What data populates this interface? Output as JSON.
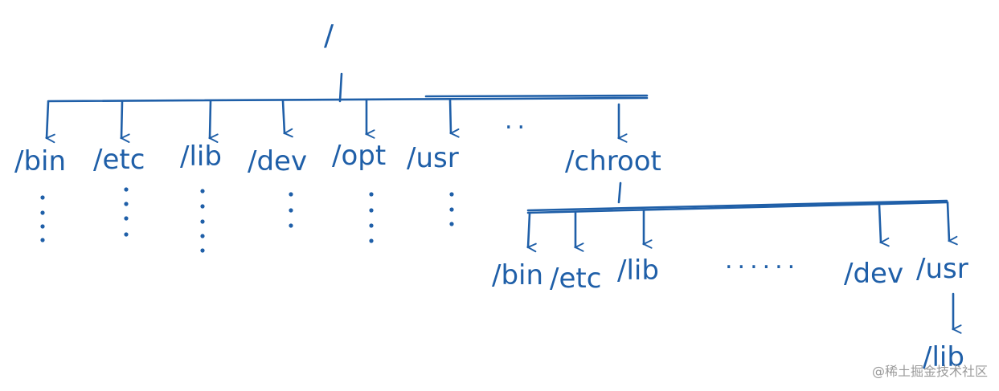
{
  "diagram": {
    "root": "/",
    "top_level": [
      "/bin",
      "/etc",
      "/lib",
      "/dev",
      "/opt",
      "/usr"
    ],
    "top_ellipsis": "..",
    "chroot": "/chroot",
    "chroot_children_left": [
      "/bin",
      "/etc",
      "/lib"
    ],
    "chroot_ellipsis": "......",
    "chroot_children_right": [
      "/dev",
      "/usr"
    ],
    "usr_child": "/lib",
    "stroke_color": "#1f5fa8"
  },
  "watermark": "@稀土掘金技术社区"
}
